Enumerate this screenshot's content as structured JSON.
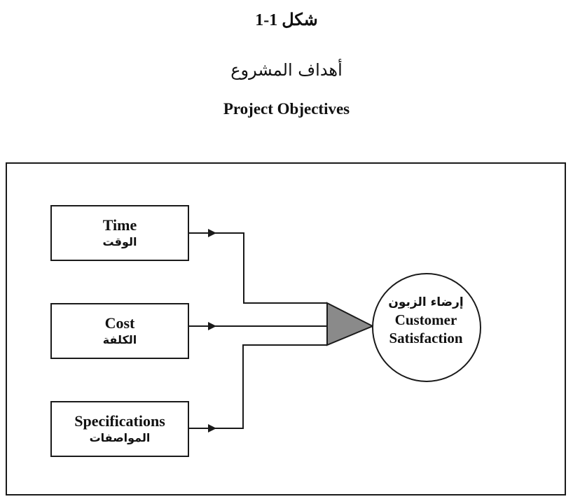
{
  "figure": {
    "number_label": "شكل 1-1",
    "title_arabic": "أهداف المشروع",
    "title_english": "Project Objectives"
  },
  "inputs": [
    {
      "label_en": "Time",
      "label_ar": "الوقت"
    },
    {
      "label_en": "Cost",
      "label_ar": "الكلفة"
    },
    {
      "label_en": "Specifications",
      "label_ar": "المواصفات"
    }
  ],
  "merge_symbol": {
    "shape": "triangle",
    "fill_color": "#8a8a8a"
  },
  "output": {
    "label_ar": "إرضاء الزبون",
    "label_en_line1": "Customer",
    "label_en_line2": "Satisfaction"
  }
}
